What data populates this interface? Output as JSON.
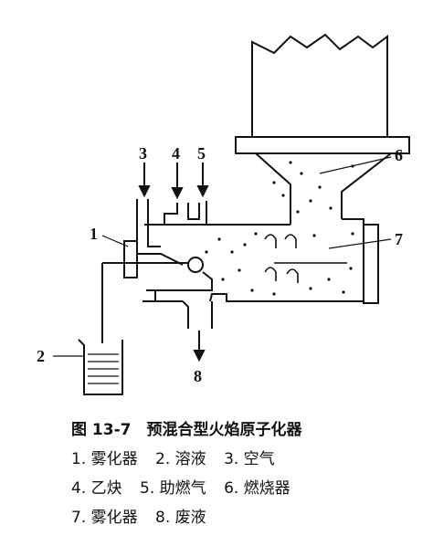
{
  "figure": {
    "labels": {
      "n1": "1",
      "n2": "2",
      "n3": "3",
      "n4": "4",
      "n5": "5",
      "n6": "6",
      "n7": "7",
      "n8": "8"
    }
  },
  "caption": {
    "title": "图 13-7　预混合型火焰原子化器",
    "legend_rows": [
      [
        "1. 雾化器",
        "2. 溶液",
        "3. 空气"
      ],
      [
        "4. 乙炔",
        "5. 助燃气",
        "6. 燃烧器"
      ],
      [
        "7. 雾化器",
        "8. 废液"
      ]
    ]
  }
}
